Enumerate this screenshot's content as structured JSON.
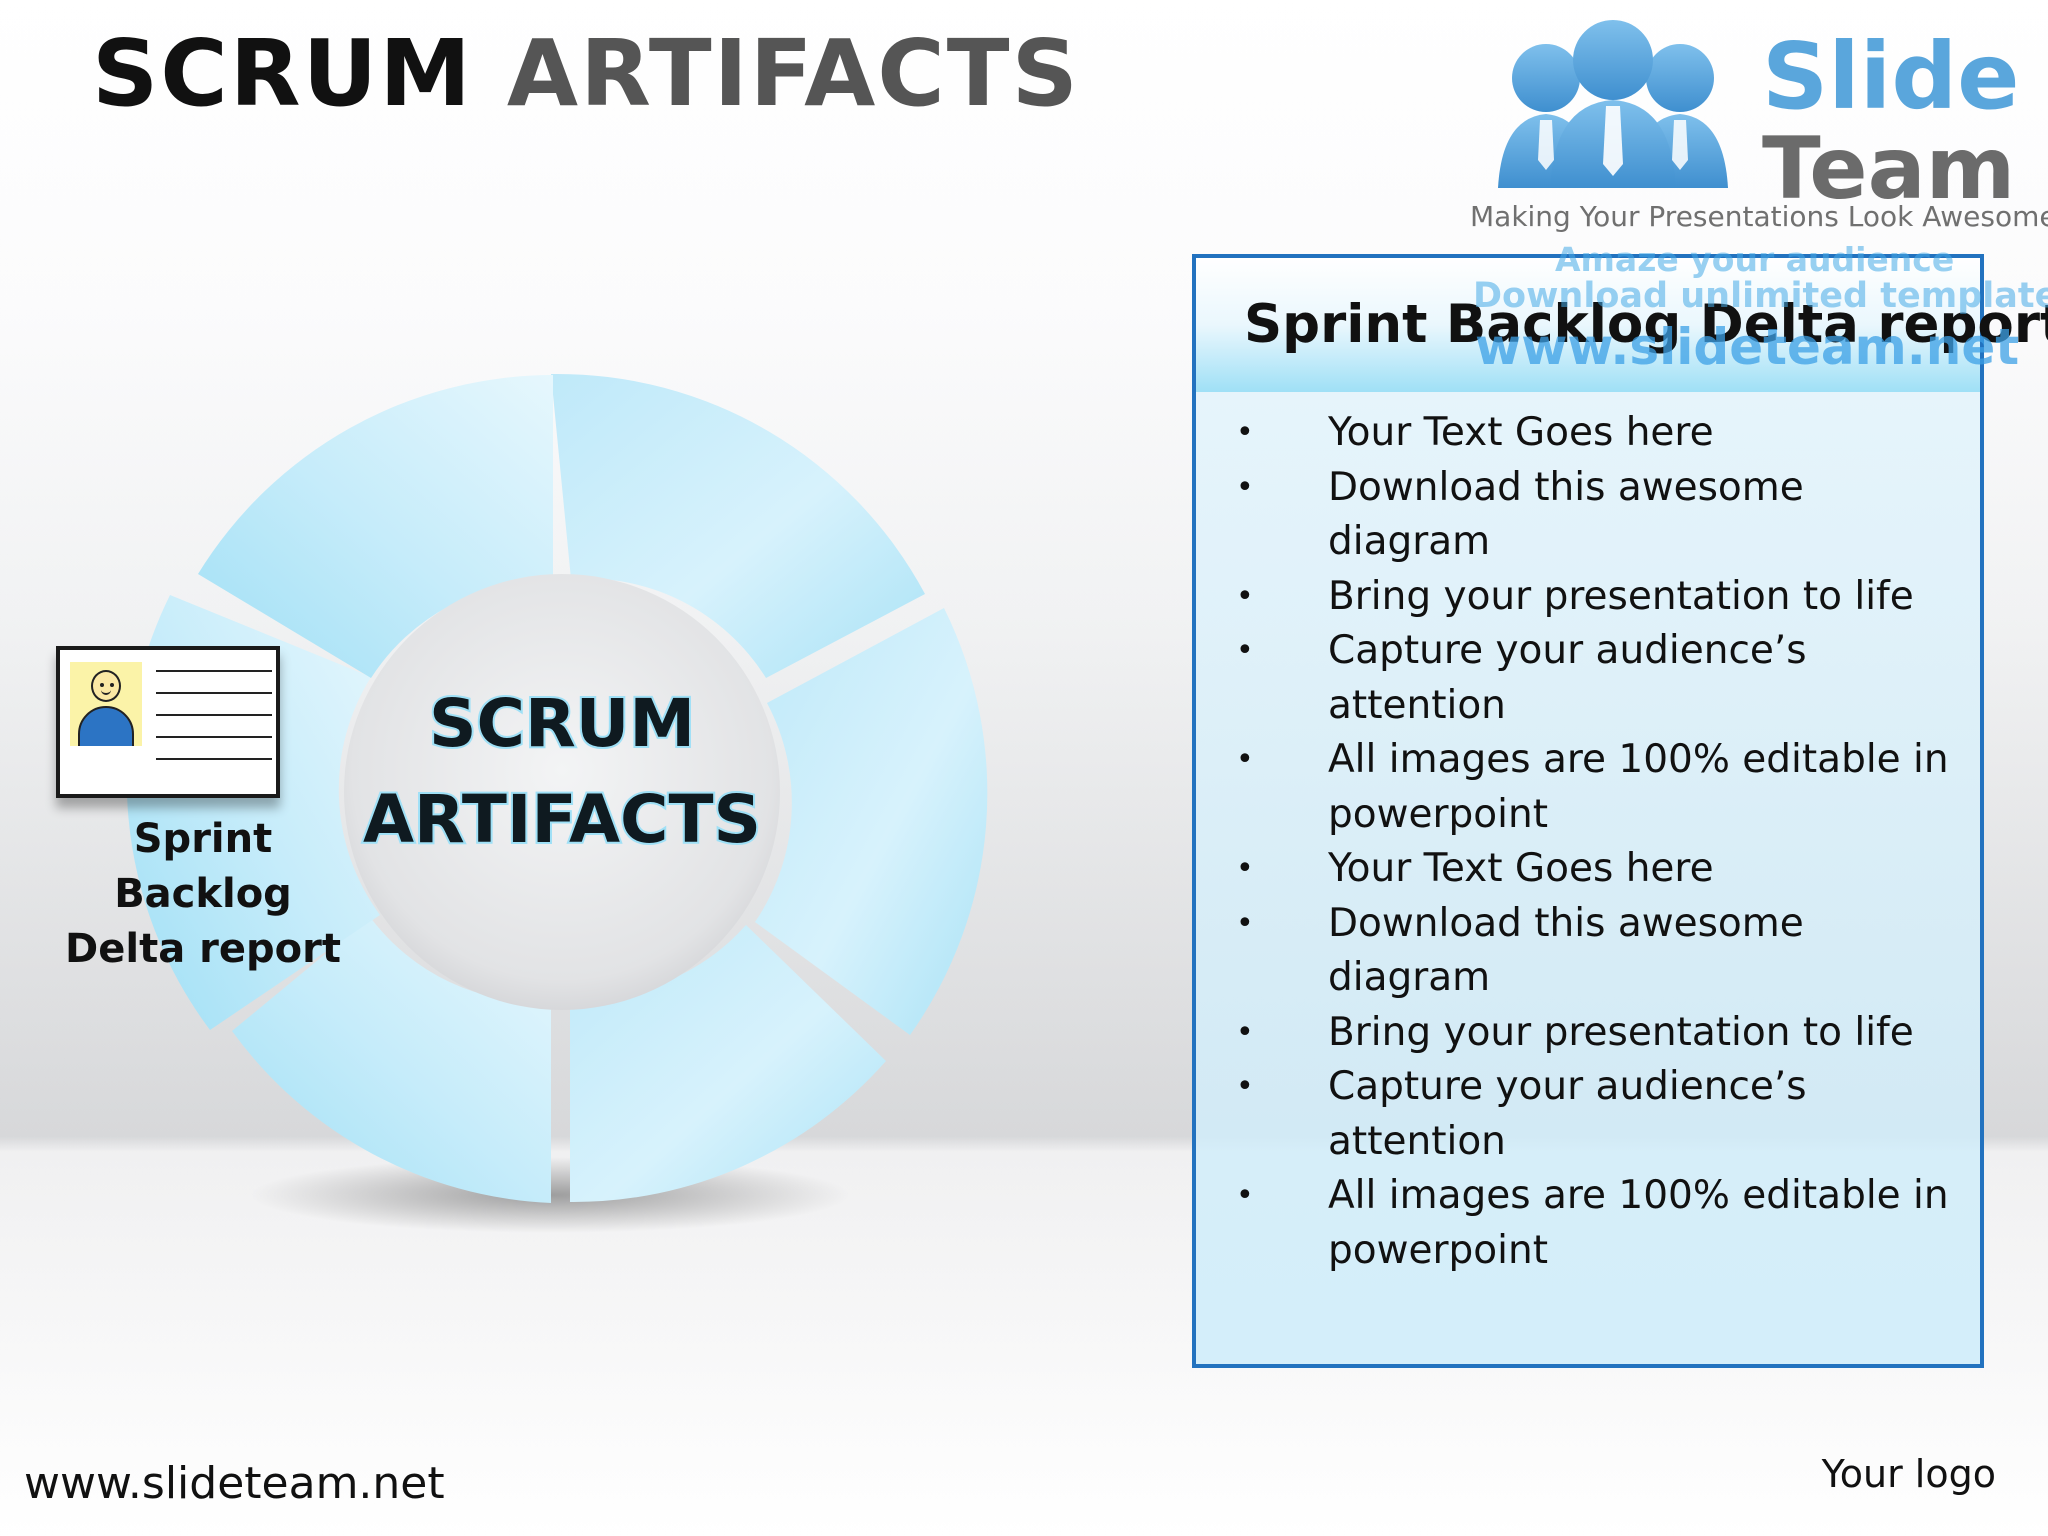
{
  "slide": {
    "title_part1": "SCRUM",
    "title_part2": "ARTIFACTS"
  },
  "logo": {
    "name_line1": "Slide",
    "name_line2": "Team",
    "tagline": "Making Your Presentations Look Awesome",
    "brand_color": "#5aa6dc"
  },
  "watermark": {
    "line1": "Amaze your audience",
    "line2": "Download unlimited templates",
    "line3": "www.slideteam.net"
  },
  "diagram": {
    "center_line1": "SCRUM",
    "center_line2": "ARTIFACTS",
    "segment_count": 6,
    "segment_color": "#c9ecfa",
    "highlighted_item": {
      "label_line1": "Sprint",
      "label_line2": "Backlog",
      "label_line3": "Delta report",
      "icon": "profile-card-icon"
    }
  },
  "panel": {
    "title": "Sprint Backlog Delta report",
    "border_color": "#2272bf",
    "items": [
      {
        "line1": "Your Text Goes here"
      },
      {
        "line1": "Download this awesome diagram"
      },
      {
        "line1": "Bring your presentation to life"
      },
      {
        "line1": "Capture your audience’s",
        "line2": "attention"
      },
      {
        "line1": "All images are 100% editable in",
        "line2": "powerpoint"
      },
      {
        "line1": "Your Text Goes here"
      },
      {
        "line1": "Download this awesome diagram"
      },
      {
        "line1": "Bring your presentation to life"
      },
      {
        "line1": "Capture your audience’s",
        "line2": "attention"
      },
      {
        "line1": "All images are 100% editable in",
        "line2": "powerpoint"
      }
    ]
  },
  "footer": {
    "url": "www.slideteam.net",
    "logo_placeholder": "Your logo"
  }
}
